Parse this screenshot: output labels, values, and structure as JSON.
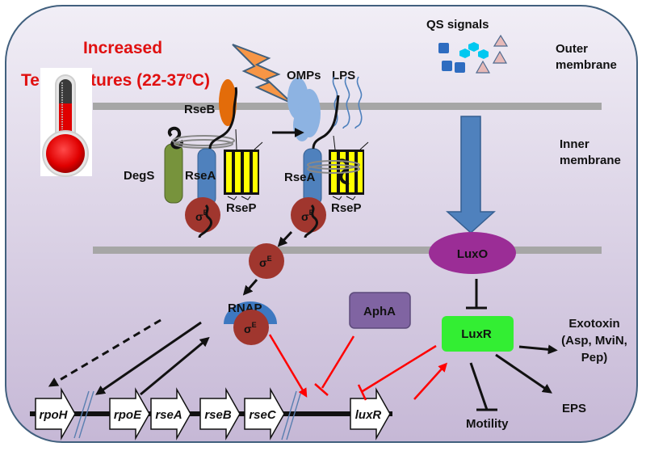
{
  "title": {
    "line1": "Increased",
    "line2": "Temperatures (22-37",
    "degree_sup": "o",
    "line2_end": "C)"
  },
  "membranes": {
    "outer": [
      "Outer",
      "membrane"
    ],
    "inner": [
      "Inner",
      "membrane"
    ]
  },
  "labels": {
    "omps": "OMPs",
    "lps": "LPS",
    "qs_signals": "QS signals",
    "rseb": "RseB",
    "degs": "DegS",
    "rsea_1": "RseA",
    "rsep_1": "RseP",
    "rsea_2": "RseA",
    "rsep_2": "RseP",
    "sigma": "σ",
    "sigma_sup": "E",
    "rnap": "RNAP",
    "apha": "AphA",
    "luxo": "LuxO",
    "luxr_protein": "LuxR",
    "exotoxin": [
      "Exotoxin",
      "(Asp, MviN,",
      "Pep)"
    ],
    "eps": "EPS",
    "motility": "Motility"
  },
  "genes": [
    "rpoH",
    "rpoE",
    "rseA",
    "rseB",
    "rseC",
    "luxR"
  ],
  "colors": {
    "title_red": "#e01010",
    "membrane_gray": "#a6a6a6",
    "rseb_orange": "#e36c0a",
    "degs_green": "#77933c",
    "rsea_blue": "#4f81bd",
    "rsep_yellow": "#ffff00",
    "sigma_red": "#a0362e",
    "omps_blue": "#8db3e2",
    "luxo_purple": "#9b2d96",
    "luxr_green": "#33ee33",
    "apha_purple": "#8064a2",
    "qs_arrow_blue": "#4f81bd",
    "regulation_red": "#ff0000"
  }
}
